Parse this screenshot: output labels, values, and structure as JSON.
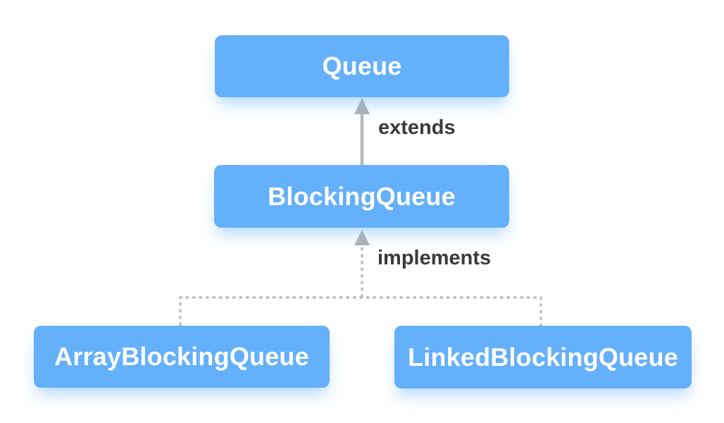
{
  "diagram": {
    "type": "class-hierarchy",
    "nodes": [
      {
        "id": "queue",
        "label": "Queue"
      },
      {
        "id": "blocking-queue",
        "label": "BlockingQueue"
      },
      {
        "id": "array-blocking-queue",
        "label": "ArrayBlockingQueue"
      },
      {
        "id": "linked-blocking-queue",
        "label": "LinkedBlockingQueue"
      }
    ],
    "edges": [
      {
        "from": "BlockingQueue",
        "to": "Queue",
        "label": "extends",
        "style": "solid-arrow"
      },
      {
        "from": "ArrayBlockingQueue, LinkedBlockingQueue",
        "to": "BlockingQueue",
        "label": "implements",
        "style": "dashed-arrow"
      }
    ],
    "colors": {
      "node_fill": "#64b0fa",
      "node_text": "#ffffff",
      "node_glow": "rgba(100,176,250,0.45)",
      "connector": "#b9b9b9",
      "arrowhead": "#b3b3b3",
      "edge_label_text": "#3a3a3a",
      "background": "#ffffff"
    }
  }
}
